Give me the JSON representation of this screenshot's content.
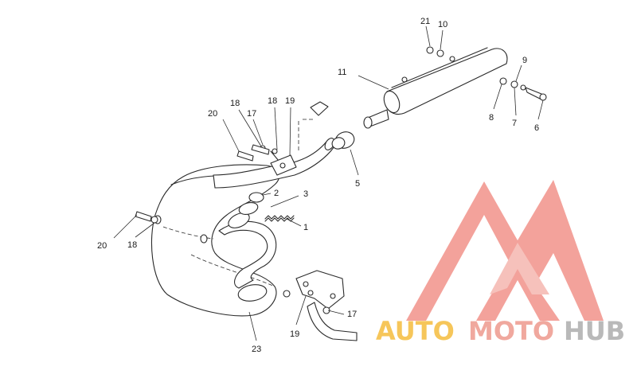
{
  "diagram": {
    "callouts": [
      {
        "id": "c21a",
        "text": "21"
      },
      {
        "id": "c10",
        "text": "10"
      },
      {
        "id": "c9",
        "text": "9"
      },
      {
        "id": "c11",
        "text": "11"
      },
      {
        "id": "c8",
        "text": "8"
      },
      {
        "id": "c7",
        "text": "7"
      },
      {
        "id": "c6",
        "text": "6"
      },
      {
        "id": "c20a",
        "text": "20"
      },
      {
        "id": "c18a",
        "text": "18"
      },
      {
        "id": "c17a",
        "text": "17"
      },
      {
        "id": "c18b",
        "text": "18"
      },
      {
        "id": "c19a",
        "text": "19"
      },
      {
        "id": "c5",
        "text": "5"
      },
      {
        "id": "c2",
        "text": "2"
      },
      {
        "id": "c3",
        "text": "3"
      },
      {
        "id": "c1",
        "text": "1"
      },
      {
        "id": "c20b",
        "text": "20"
      },
      {
        "id": "c18c",
        "text": "18"
      },
      {
        "id": "c19b",
        "text": "19"
      },
      {
        "id": "c17b",
        "text": "17"
      },
      {
        "id": "c23",
        "text": "23"
      }
    ]
  },
  "watermark": {
    "word1": "AUTO",
    "word2": "MOTO",
    "word3": "HUB",
    "colors": {
      "auto": "#f6c65a",
      "moto": "#f0a89e",
      "hub": "#b9b9b9",
      "logo": "#ef8f86"
    }
  }
}
